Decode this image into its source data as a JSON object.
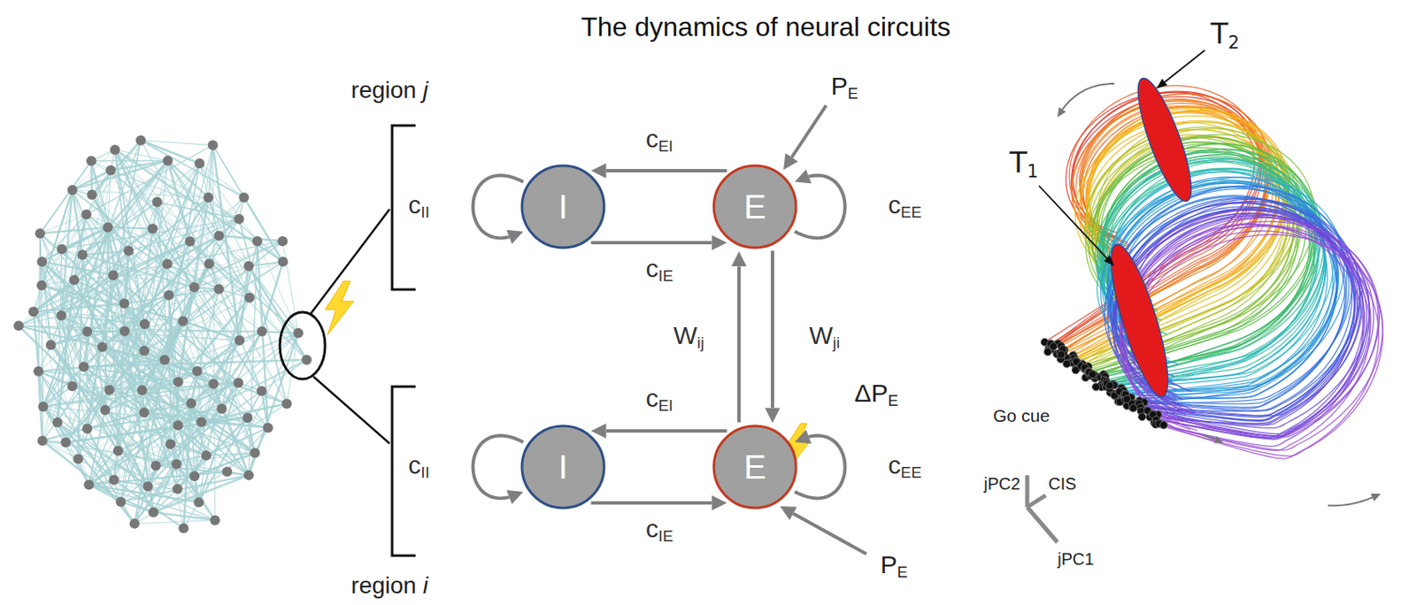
{
  "diagram": {
    "title": "The dynamics of neural circuits",
    "nodes": [
      {
        "text": [
          "I"
        ]
      },
      {
        "text": [
          "E"
        ]
      },
      {
        "text": [
          "I"
        ]
      },
      {
        "text": [
          "E"
        ]
      }
    ],
    "edges": [
      {
        "from": 1,
        "to": 0,
        "label": "cEI",
        "arrow": "to"
      },
      {
        "from": 0,
        "to": 1,
        "label": "cIE",
        "arrow": "to"
      },
      {
        "from": 0,
        "to": 0,
        "label": "cII",
        "arrow": "to"
      },
      {
        "from": 1,
        "to": 1,
        "label": "cEE",
        "arrow": "to"
      },
      {
        "from": 3,
        "to": 1,
        "label": "Wij",
        "arrow": "to"
      },
      {
        "from": 1,
        "to": 3,
        "label": "Wji",
        "arrow": "to"
      },
      {
        "from": 3,
        "to": 2,
        "label": "cEI",
        "arrow": "to"
      },
      {
        "from": 2,
        "to": 3,
        "label": "cIE",
        "arrow": "to"
      },
      {
        "from": 2,
        "to": 2,
        "label": "cII",
        "arrow": "to"
      },
      {
        "from": 3,
        "to": 3,
        "label": "cEE",
        "arrow": "to"
      }
    ],
    "labels": [
      "region j",
      "PE",
      "T2",
      "T1",
      "ΔPE",
      "Go cue",
      "jPC2",
      "CIS",
      "jPC1",
      "PE",
      "region i"
    ]
  }
}
